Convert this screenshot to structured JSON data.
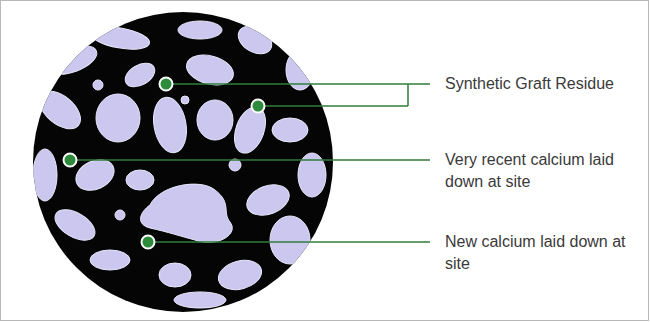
{
  "diagram": {
    "labels": [
      "Synthetic Graft Residue",
      "Very recent calcium laid down at site",
      "New calcium laid down at site"
    ]
  }
}
